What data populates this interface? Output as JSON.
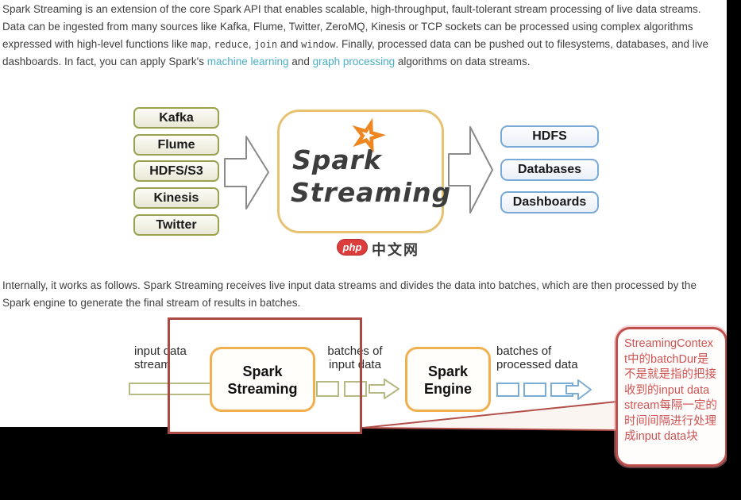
{
  "intro": {
    "segments": [
      {
        "t": "Spark Streaming is an extension of the core Spark API that enables scalable, high-throughput, fault-tolerant stream processing of live data streams. Data can be ingested from many sources like Kafka, Flume, Twitter, ZeroMQ, Kinesis or TCP sockets can be processed using complex algorithms expressed with high-level functions like "
      },
      {
        "t": "map"
      },
      {
        "t": ", "
      },
      {
        "t": "reduce"
      },
      {
        "t": ", "
      },
      {
        "t": "join"
      },
      {
        "t": " and "
      },
      {
        "t": "window"
      },
      {
        "t": ". Finally, processed data can be pushed out to filesystems, databases, and live dashboards. In fact, you can apply Spark's "
      },
      {
        "t": "machine learning"
      },
      {
        "t": " and "
      },
      {
        "t": "graph processing"
      },
      {
        "t": " algorithms on data streams."
      }
    ]
  },
  "paragraph2": "Internally, it works as follows. Spark Streaming receives live input data streams and divides the data into batches, which are then processed by the Spark engine to generate the final stream of results in batches.",
  "diagram1": {
    "sources": [
      "Kafka",
      "Flume",
      "HDFS/S3",
      "Kinesis",
      "Twitter"
    ],
    "spark_logo": {
      "line1": "Spark",
      "line2": "Streaming",
      "star_glyph": "☆"
    },
    "outputs": [
      "HDFS",
      "Databases",
      "Dashboards"
    ],
    "watermark": {
      "badge": "php",
      "label": "中文网"
    }
  },
  "diagram2": {
    "label_input": "input data\nstream",
    "box_streaming": "Spark\nStreaming",
    "label_batches_in": "batches of\ninput data",
    "box_engine": "Spark\nEngine",
    "label_batches_out": "batches of\nprocessed data",
    "callout_text": "StreamingContex\nt中的batchDur是\n不是就是指的把接\n收到的input data\nstream每隔一定的\n时间间隔进行处理\n成input data块"
  },
  "colors": {
    "link": "#4aafc5",
    "source_box_border": "#9aa251",
    "output_box_border": "#79a9d6",
    "spark_box_border": "#e6c271",
    "star_orange": "#ee8622",
    "d2_box_border": "#f0b050",
    "olive_arrow": "#b6ba82",
    "blue_arrow": "#7bacd4",
    "annotation_red": "#ab4a45",
    "callout_border": "#c0504d",
    "callout_text": "#d05353",
    "php_badge_red": "#dc3c3c"
  }
}
